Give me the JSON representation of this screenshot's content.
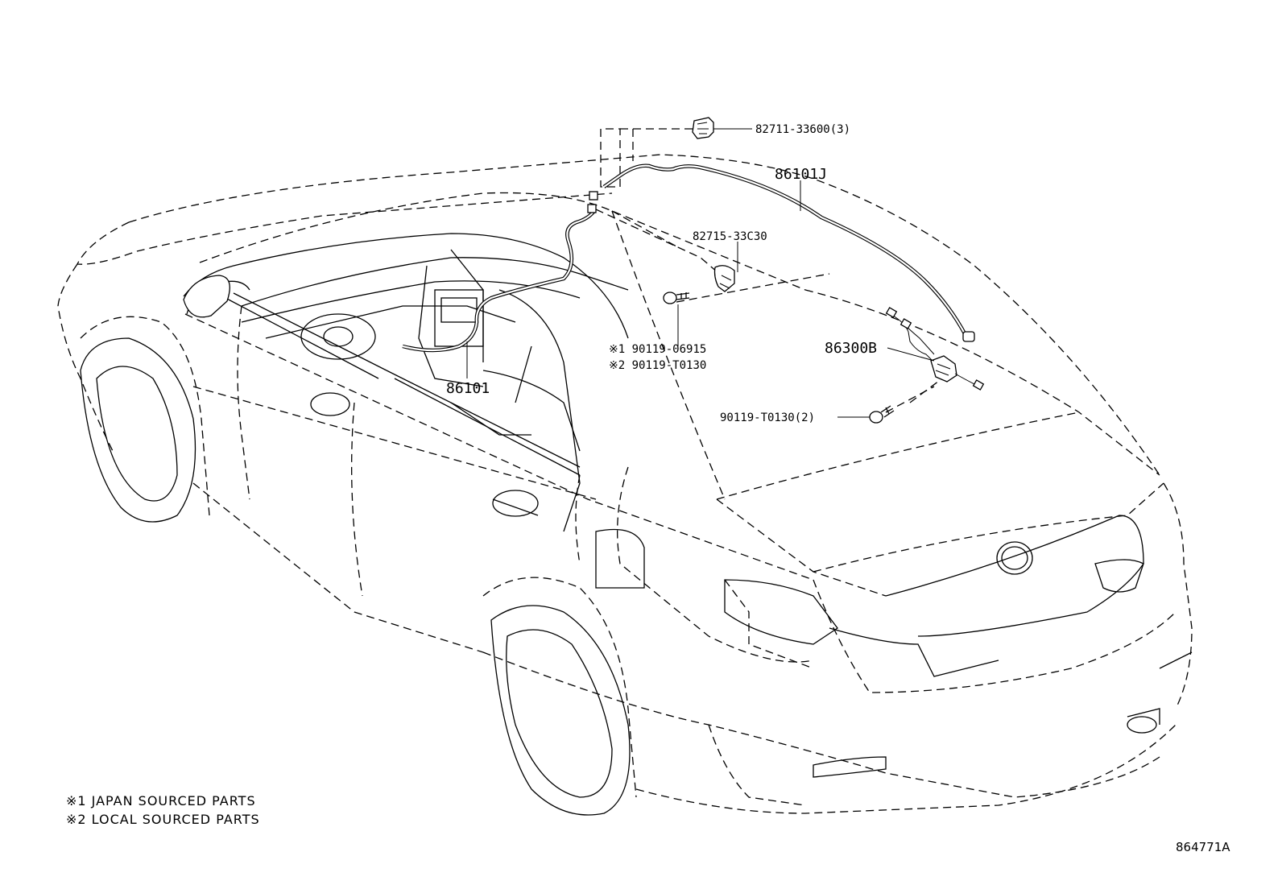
{
  "callouts": {
    "clip": "82711-33600(3)",
    "antenna_cord_rear": "86101J",
    "clamp": "82715-33C30",
    "screw_japan": "※1 90119-06915",
    "screw_local": "※2 90119-T0130",
    "antenna_cord_front": "86101",
    "amplifier": "86300B",
    "screw_amp": "90119-T0130(2)"
  },
  "notes": [
    "※1 JAPAN SOURCED PARTS",
    "※2 LOCAL SOURCED PARTS"
  ],
  "figure_code": "864771A"
}
